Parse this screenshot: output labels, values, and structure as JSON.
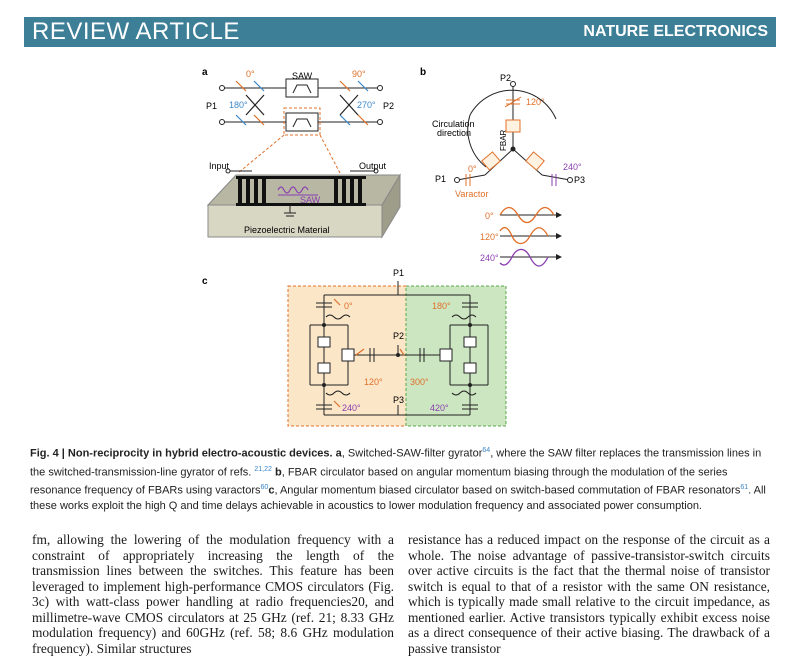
{
  "header": {
    "left": "REVIEW ARTICLE",
    "right": "NATURE ELECTRONICS"
  },
  "figure": {
    "panel_a": {
      "label": "a",
      "phases": [
        "0°",
        "90°",
        "180°",
        "270°"
      ],
      "ports": [
        "P1",
        "P2"
      ],
      "saw": "SAW",
      "input": "Input",
      "output": "Output",
      "wave": "SAW",
      "material": "Piezoelectric Material"
    },
    "panel_b": {
      "label": "b",
      "ports": [
        "P1",
        "P2",
        "P3"
      ],
      "circ_label_1": "Circulation",
      "circ_label_2": "direction",
      "fbar": "FBAR",
      "varactor": "Varactor",
      "phases": [
        "0°",
        "120°",
        "240°"
      ],
      "wave_labels": [
        "0°",
        "120°",
        "240°"
      ]
    },
    "panel_c": {
      "label": "c",
      "ports": [
        "P1",
        "P2",
        "P3"
      ],
      "phases": [
        "0°",
        "120°",
        "240°",
        "180°",
        "300°",
        "420°"
      ]
    },
    "caption": {
      "title": "Fig. 4 | Non-reciprocity in hybrid electro-acoustic devices.",
      "a_tag": "a",
      "a_text": ", Switched-SAW-filter gyrator",
      "a_ref": "64",
      "a_text2": ", where the SAW filter replaces the transmission lines in the switched-transmission-line gyrator of refs. ",
      "a_ref2": "21,22",
      "b_tag": "b",
      "b_text": ", FBAR circulator based on angular momentum biasing through the modulation of the series resonance frequency of FBARs using varactors",
      "b_ref": "60",
      "c_tag": "c",
      "c_text": ", Angular momentum biased circulator based on switch-based commutation of FBAR resonators",
      "c_ref": "61",
      "end_text": ". All these works exploit the high Q and time delays achievable in acoustics to lower modulation frequency and associated power consumption."
    }
  },
  "body_text": {
    "left": "fm, allowing the lowering of the modulation frequency with a constraint of appropriately increasing the length of the transmission lines between the switches. This feature has been leveraged to implement high-performance CMOS circulators (Fig. 3c) with watt-class power handling at radio frequencies20, and millimetre-wave CMOS circulators at 25 GHz (ref. 21; 8.33 GHz modulation frequency) and 60GHz (ref. 58; 8.6 GHz modulation frequency). Similar structures",
    "right": "resistance has a reduced impact on the response of the circuit as a whole. The noise advantage of passive-transistor-switch circuits over active circuits is the fact that the thermal noise of transistor switch is equal to that of a resistor with the same ON resistance, which is typically made small relative to the circuit impedance, as mentioned earlier. Active transistors typically exhibit excess noise as a direct consequence of their active biasing. The drawback of a passive transistor"
  },
  "colors": {
    "banner": "#3c7f96",
    "orange": "#e0702a",
    "blue": "#3a87c8",
    "purple": "#8a3fb0",
    "orange_box": "#fbe6c8",
    "green_box": "#cde6c2"
  }
}
